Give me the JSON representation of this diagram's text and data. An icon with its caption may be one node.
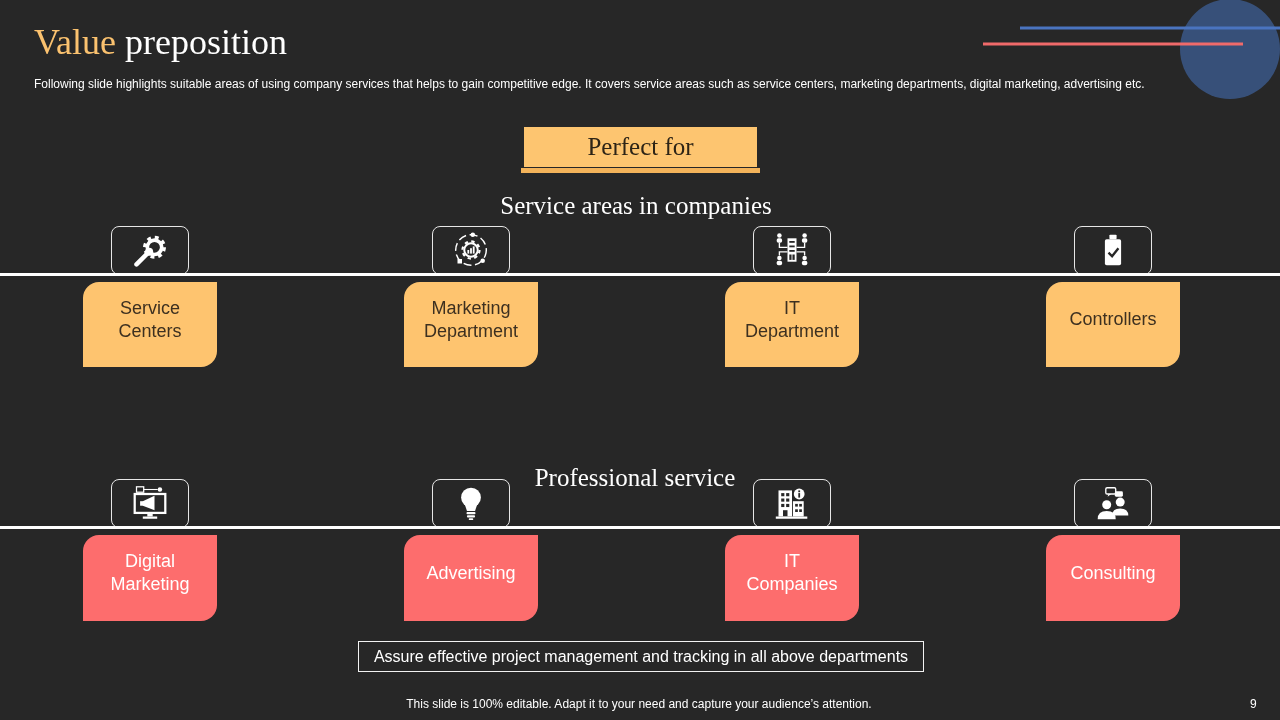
{
  "diagram": {
    "title": "Value preposition",
    "nodes": [
      {
        "text": [
          "Perfect for"
        ]
      },
      {
        "text": [
          "Service Centers"
        ]
      },
      {
        "text": [
          "Marketing Department"
        ]
      },
      {
        "text": [
          "IT Department"
        ]
      },
      {
        "text": [
          "Controllers"
        ]
      },
      {
        "text": [
          "Digital Marketing"
        ]
      },
      {
        "text": [
          "Advertising"
        ]
      },
      {
        "text": [
          "IT Companies"
        ]
      },
      {
        "text": [
          "Consulting"
        ]
      },
      {
        "text": [
          "Assure effective project management and tracking in all above departments"
        ]
      }
    ],
    "labels": [
      "Following slide highlights suitable areas of using company services that helps to gain competitive edge. It covers service areas such as service centers, marketing departments, digital marketing, advertising etc.",
      "Service areas in companies",
      "Professional service",
      "This slide is 100% editable. Adapt it to your need and capture your audience’s attention.",
      "9"
    ]
  }
}
